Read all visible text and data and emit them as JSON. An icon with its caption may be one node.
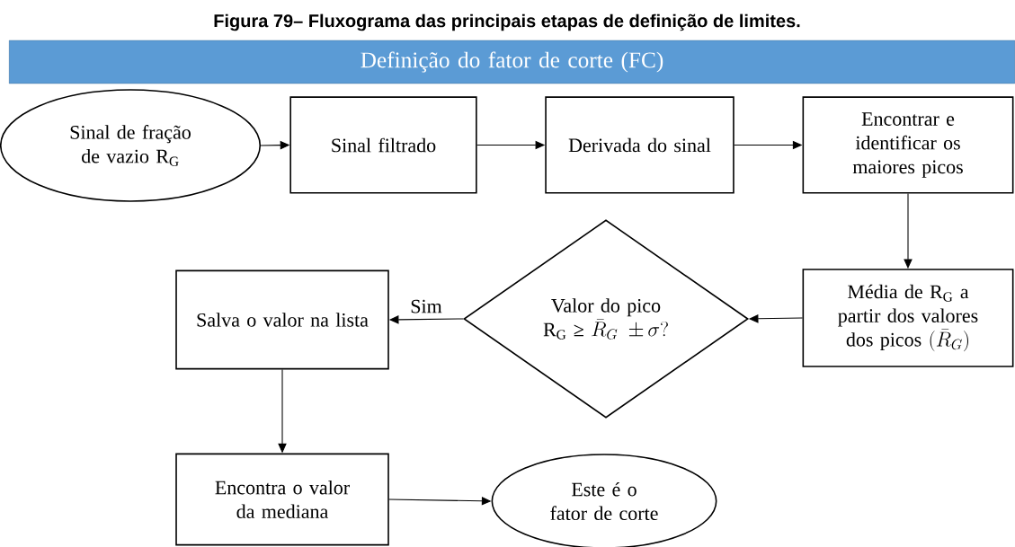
{
  "diagram": {
    "title": "Figura 79– Fluxograma das principais etapas de definição de limites.",
    "nodes": [
      {
        "text": [
          "Definição do fator de corte (FC)"
        ]
      },
      {
        "text": [
          "Sinal de fração de vazio R$_{G}$"
        ]
      },
      {
        "text": [
          "Sinal filtrado"
        ]
      },
      {
        "text": [
          "Derivada do sinal"
        ]
      },
      {
        "text": [
          "Encontrar e identificar os maiores picos"
        ]
      },
      {
        "text": [
          "Média de R$_{G}$ a partir dos valores dos picos",
          "(\\bar{R}_G)"
        ]
      },
      {
        "text": [
          "Valor do pico R$_{G}$ ≥",
          "\\bar{R}_G\\ \\pm \\sigma?"
        ]
      },
      {
        "text": [
          "Salva o valor na lista"
        ]
      },
      {
        "text": [
          "Encontra o valor da mediana"
        ]
      },
      {
        "text": [
          "Este é o fator de corte"
        ]
      }
    ],
    "edges": [
      {
        "from": 1,
        "to": 2,
        "arrow": "to"
      },
      {
        "from": 2,
        "to": 3,
        "arrow": "to"
      },
      {
        "from": 3,
        "to": 4,
        "arrow": "to"
      },
      {
        "from": 4,
        "to": 5,
        "arrow": "to"
      },
      {
        "from": 5,
        "to": 6,
        "arrow": "to"
      },
      {
        "from": 6,
        "to": 7,
        "arrow": "to",
        "label": "Sim"
      },
      {
        "from": 7,
        "to": 8,
        "arrow": "to"
      },
      {
        "from": 8,
        "to": 9,
        "arrow": "to"
      }
    ]
  }
}
